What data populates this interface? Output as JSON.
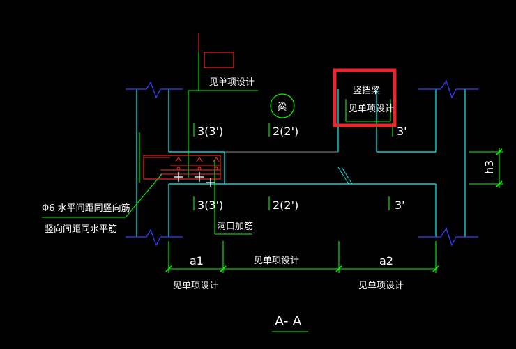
{
  "labels": {
    "see_item_design_top": "见单项设计",
    "beam": "梁",
    "retaining_beam": "竖挡梁",
    "see_item_design_box": "见单项设计",
    "mark_3_3p_top": "3(3')",
    "mark_2_2p_top": "2(2')",
    "mark_3p_right_top": "3'",
    "mark_3_3p_bottom": "3(3')",
    "mark_2_2p_bottom": "2(2')",
    "mark_3p_right_bottom": "3'",
    "rebar_line1": "Φ6 水平间距同竖向筋",
    "rebar_line2": "竖向间距同水平筋",
    "opening_rebar": "洞口加筋",
    "dim_a1": "a1",
    "dim_mid": "见单项设计",
    "dim_a2": "a2",
    "dim_h3": "h3",
    "see_item_design_left": "见单项设计",
    "see_item_design_right": "见单项设计",
    "section_title": "A- A"
  },
  "colors": {
    "background": "#000000",
    "cyan": "#00ffff",
    "blue": "#3a3aff",
    "green": "#00ff00",
    "red": "#ff2a2a",
    "highlight": "#e8262b",
    "white": "#ffffff"
  }
}
